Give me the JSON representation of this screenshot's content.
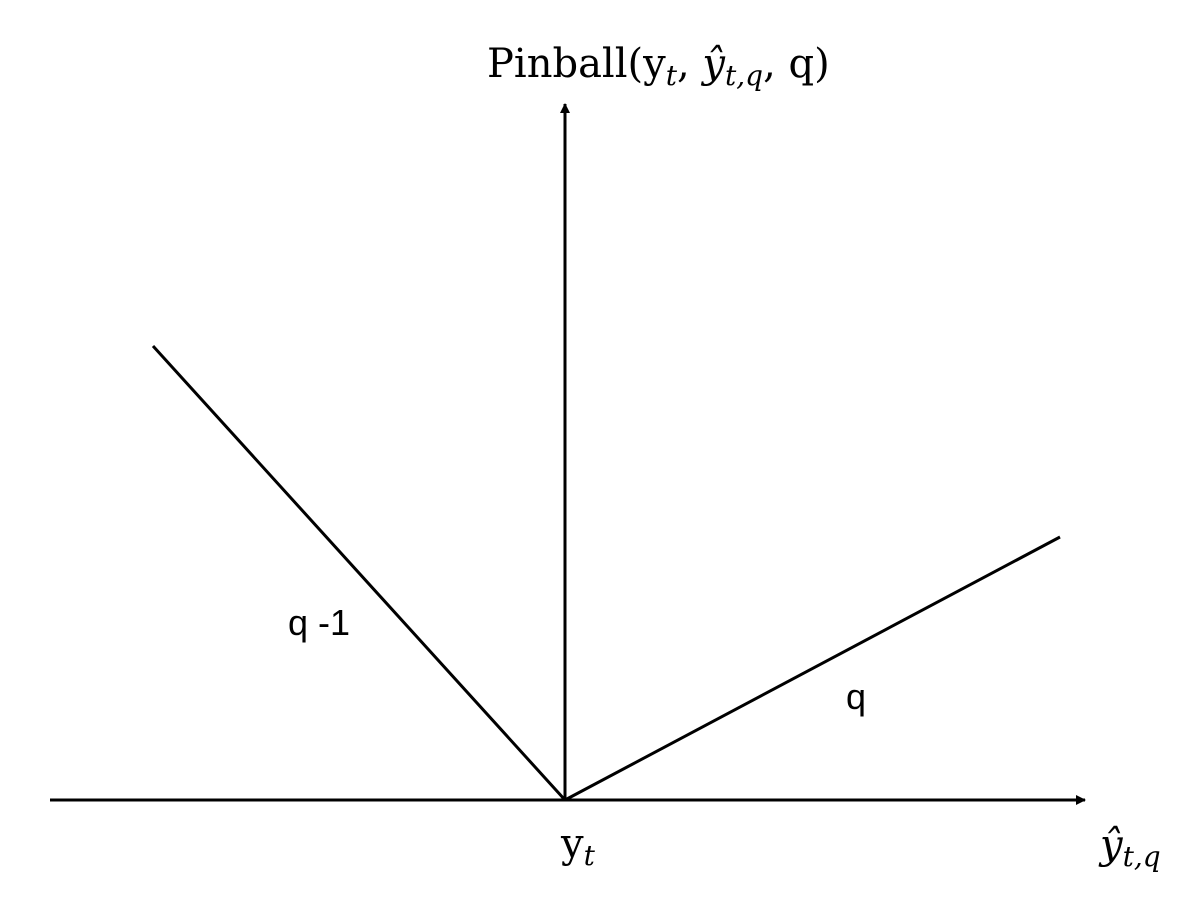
{
  "diagram": {
    "y_axis_label": {
      "prefix": "Pinball(y",
      "sub1": "t",
      "sep1": ", ",
      "yhat": "ŷ",
      "sub2": "t,q",
      "sep2": ", q)"
    },
    "x_axis_label": {
      "yhat": "ŷ",
      "sub": "t,q"
    },
    "origin_label": {
      "main": "y",
      "sub": "t"
    },
    "left_slope_label": "q -1",
    "right_slope_label": "q"
  },
  "colors": {
    "stroke": "#000000",
    "background": "#ffffff"
  }
}
